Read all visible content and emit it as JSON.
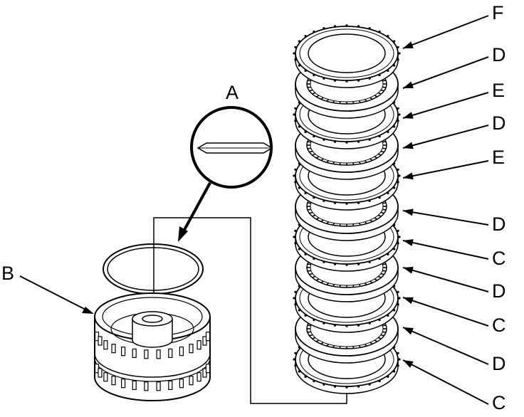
{
  "diagram": {
    "callouts": {
      "a": "A",
      "b": "B",
      "f": "F",
      "d1": "D",
      "e1": "E",
      "d2": "D",
      "e2": "E",
      "d3": "D",
      "c1": "C",
      "d4": "D",
      "c2": "C",
      "d5": "D",
      "c3": "C"
    },
    "plates": [
      {
        "type": "F-pressure-plate"
      },
      {
        "type": "D-clutch-disc"
      },
      {
        "type": "E-plate"
      },
      {
        "type": "D-clutch-disc"
      },
      {
        "type": "E-plate"
      },
      {
        "type": "D-clutch-disc"
      },
      {
        "type": "C-plate"
      },
      {
        "type": "D-clutch-disc"
      },
      {
        "type": "C-plate"
      },
      {
        "type": "D-clutch-disc"
      },
      {
        "type": "C-plate"
      }
    ]
  }
}
